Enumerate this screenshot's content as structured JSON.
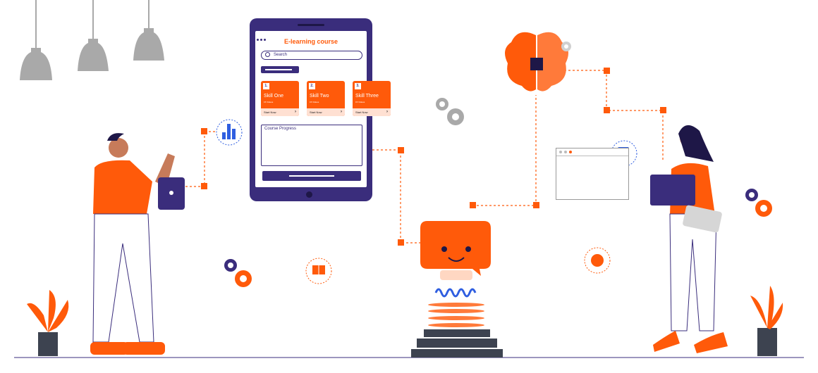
{
  "app": {
    "title": "E-learning course",
    "search_placeholder": "Search",
    "progress_label": "Course Progress"
  },
  "skills": [
    {
      "num": "1.",
      "name": "Skill One",
      "videos": "15 Videos",
      "cta": "Start Now"
    },
    {
      "num": "2.",
      "name": "Skill Two",
      "videos": "15 Videos",
      "cta": "Start Now"
    },
    {
      "num": "3.",
      "name": "Skill Three",
      "videos": "15 Videos",
      "cta": "Start Now"
    }
  ],
  "colors": {
    "accent": "#ff5a0a",
    "brand": "#3a2d7c",
    "grey": "#a9a9a9"
  },
  "icons": [
    "lamp-icon",
    "bar-chart-icon",
    "brain-chip-icon",
    "gear-icon",
    "book-icon",
    "headset-icon",
    "chatbot-icon",
    "plant-icon"
  ]
}
